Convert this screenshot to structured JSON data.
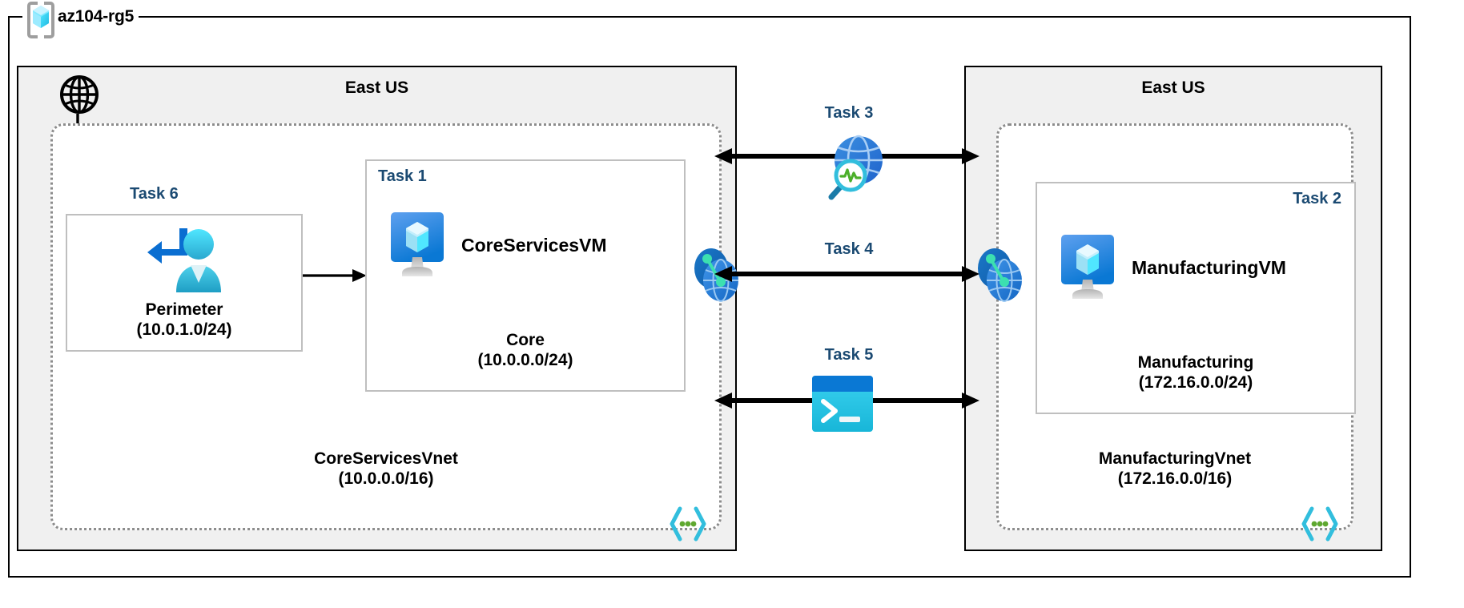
{
  "resource_group": {
    "name": "az104-rg5",
    "icon": "azure-resource-group-icon"
  },
  "regions": [
    {
      "id": "left",
      "title": "East US"
    },
    {
      "id": "right",
      "title": "East US"
    }
  ],
  "vnets": [
    {
      "id": "core",
      "name": "CoreServicesVnet",
      "cidr": "(10.0.0.0/16)",
      "corner_icon": "vnet-corner-icon"
    },
    {
      "id": "manufacturing",
      "name": "ManufacturingVnet",
      "cidr": "(172.16.0.0/16)",
      "corner_icon": "vnet-corner-icon"
    }
  ],
  "subnets": [
    {
      "id": "perimeter",
      "task": "Task 6",
      "name": "Perimeter",
      "cidr": "(10.0.1.0/24)",
      "icon": "bastion-user-icon"
    },
    {
      "id": "core",
      "task": "Task 1",
      "name": "Core",
      "cidr": "(10.0.0.0/24)",
      "vm": {
        "name": "CoreServicesVM",
        "icon": "virtual-machine-icon"
      }
    },
    {
      "id": "manufacturing",
      "task": "Task 2",
      "name": "Manufacturing",
      "cidr": "(172.16.0.0/24)",
      "vm": {
        "name": "ManufacturingVM",
        "icon": "virtual-machine-icon"
      }
    }
  ],
  "connections": [
    {
      "id": "task3",
      "label": "Task 3",
      "icon": "network-watcher-icon"
    },
    {
      "id": "task4",
      "label": "Task 4",
      "icon": "vnet-peering-icon"
    },
    {
      "id": "task5",
      "label": "Task 5",
      "icon": "cloud-shell-terminal-icon"
    }
  ],
  "internet": {
    "icon": "internet-globe-icon"
  },
  "colors": {
    "task_label": "#1b4a72",
    "region_fill": "#f0f0f0",
    "region_border": "#000000",
    "vnet_border": "#8c8c8c",
    "subnet_border": "#bfbfbf",
    "azure_blue": "#0078d4",
    "cyan": "#32bedd",
    "green_dot": "#5fa830"
  }
}
